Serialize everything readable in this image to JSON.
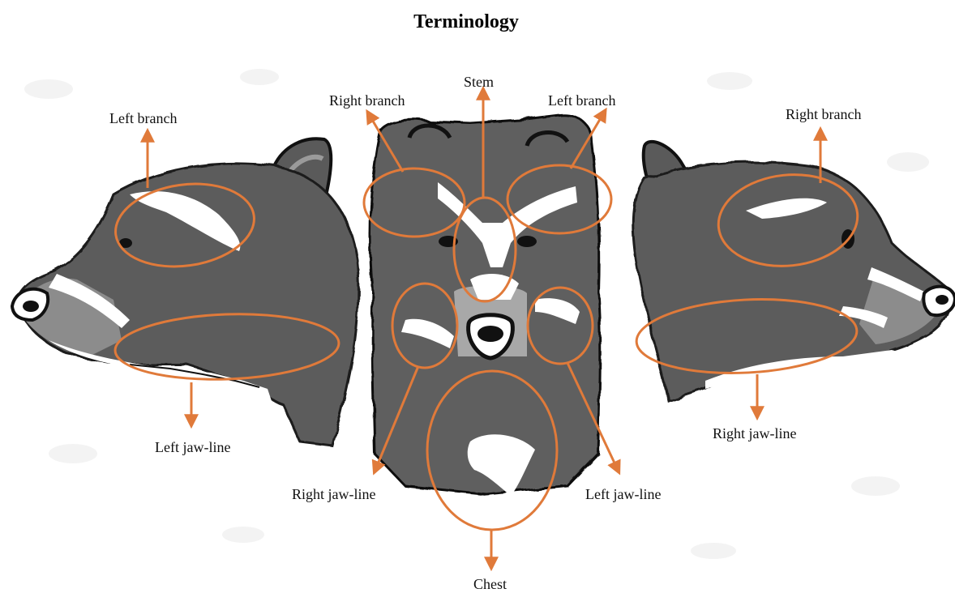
{
  "title": "Terminology",
  "colors": {
    "annotation": "#e07a3a",
    "fur_dark": "#4a4a4a",
    "fur_mid": "#6e6e6e",
    "fur_light": "#9a9a9a",
    "marking": "#ffffff",
    "outline": "#111111",
    "background_speckle": "#f1f1f1"
  },
  "labels": {
    "left_view_branch": "Left branch",
    "left_view_jaw": "Left jaw-line",
    "front_right_branch": "Right branch",
    "front_stem": "Stem",
    "front_left_branch": "Left branch",
    "front_right_jaw": "Right jaw-line",
    "front_left_jaw": "Left jaw-line",
    "front_chest": "Chest",
    "right_view_branch": "Right branch",
    "right_view_jaw": "Right jaw-line"
  }
}
